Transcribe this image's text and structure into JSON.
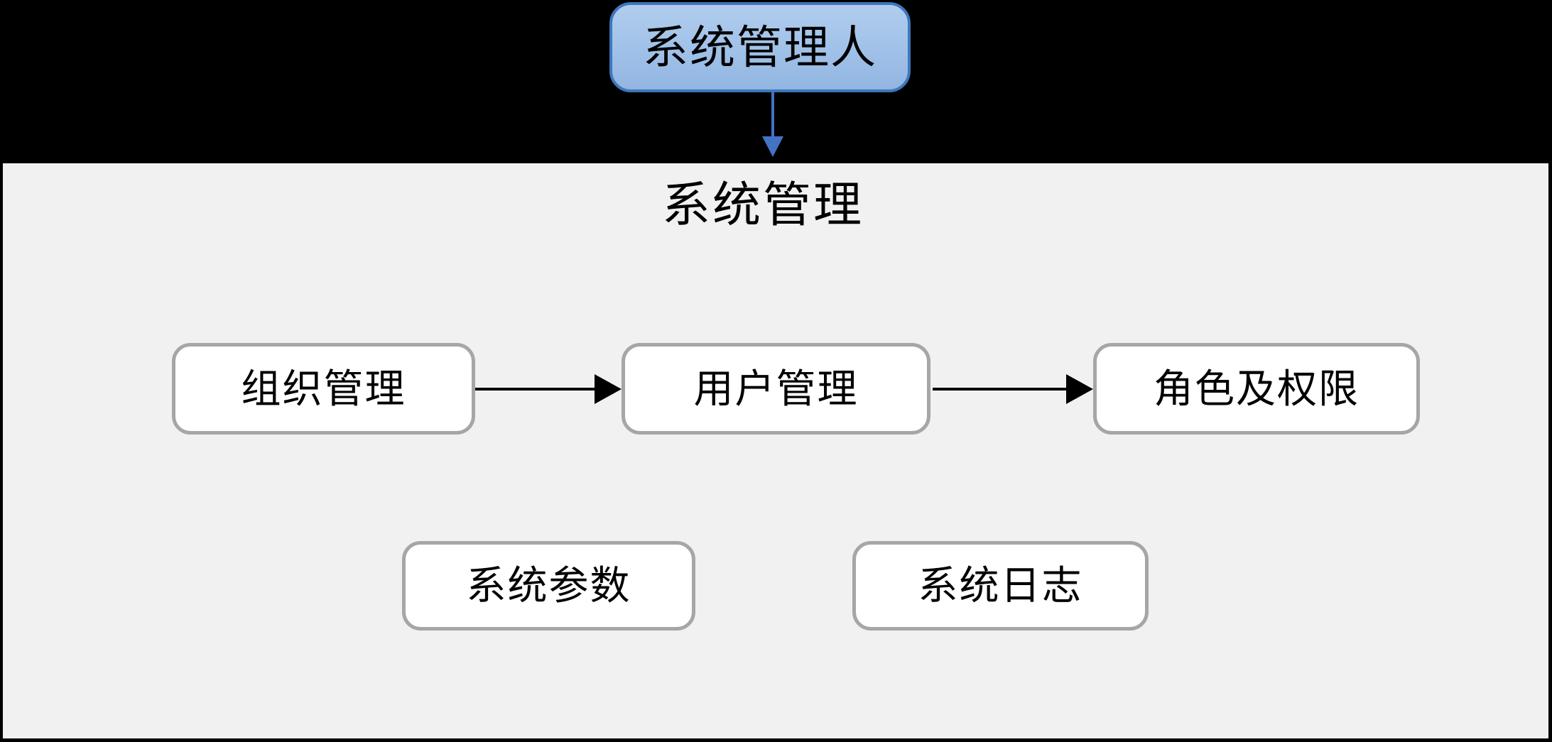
{
  "actor": {
    "label": "系统管理人"
  },
  "panel": {
    "title": "系统管理"
  },
  "flow_nodes": [
    {
      "label": "组织管理"
    },
    {
      "label": "用户管理"
    },
    {
      "label": "角色及权限"
    }
  ],
  "util_nodes": [
    {
      "label": "系统参数"
    },
    {
      "label": "系统日志"
    }
  ],
  "colors": {
    "canvas_bg": "#000000",
    "panel_bg": "#f1f1f1",
    "actor_fill_top": "#b0cdee",
    "actor_fill_bottom": "#92b6e2",
    "actor_border": "#3e76bb",
    "actor_arrow": "#4472c4",
    "node_fill": "#ffffff",
    "node_border": "#a6a6a6",
    "flow_arrow": "#000000",
    "text": "#000000"
  }
}
